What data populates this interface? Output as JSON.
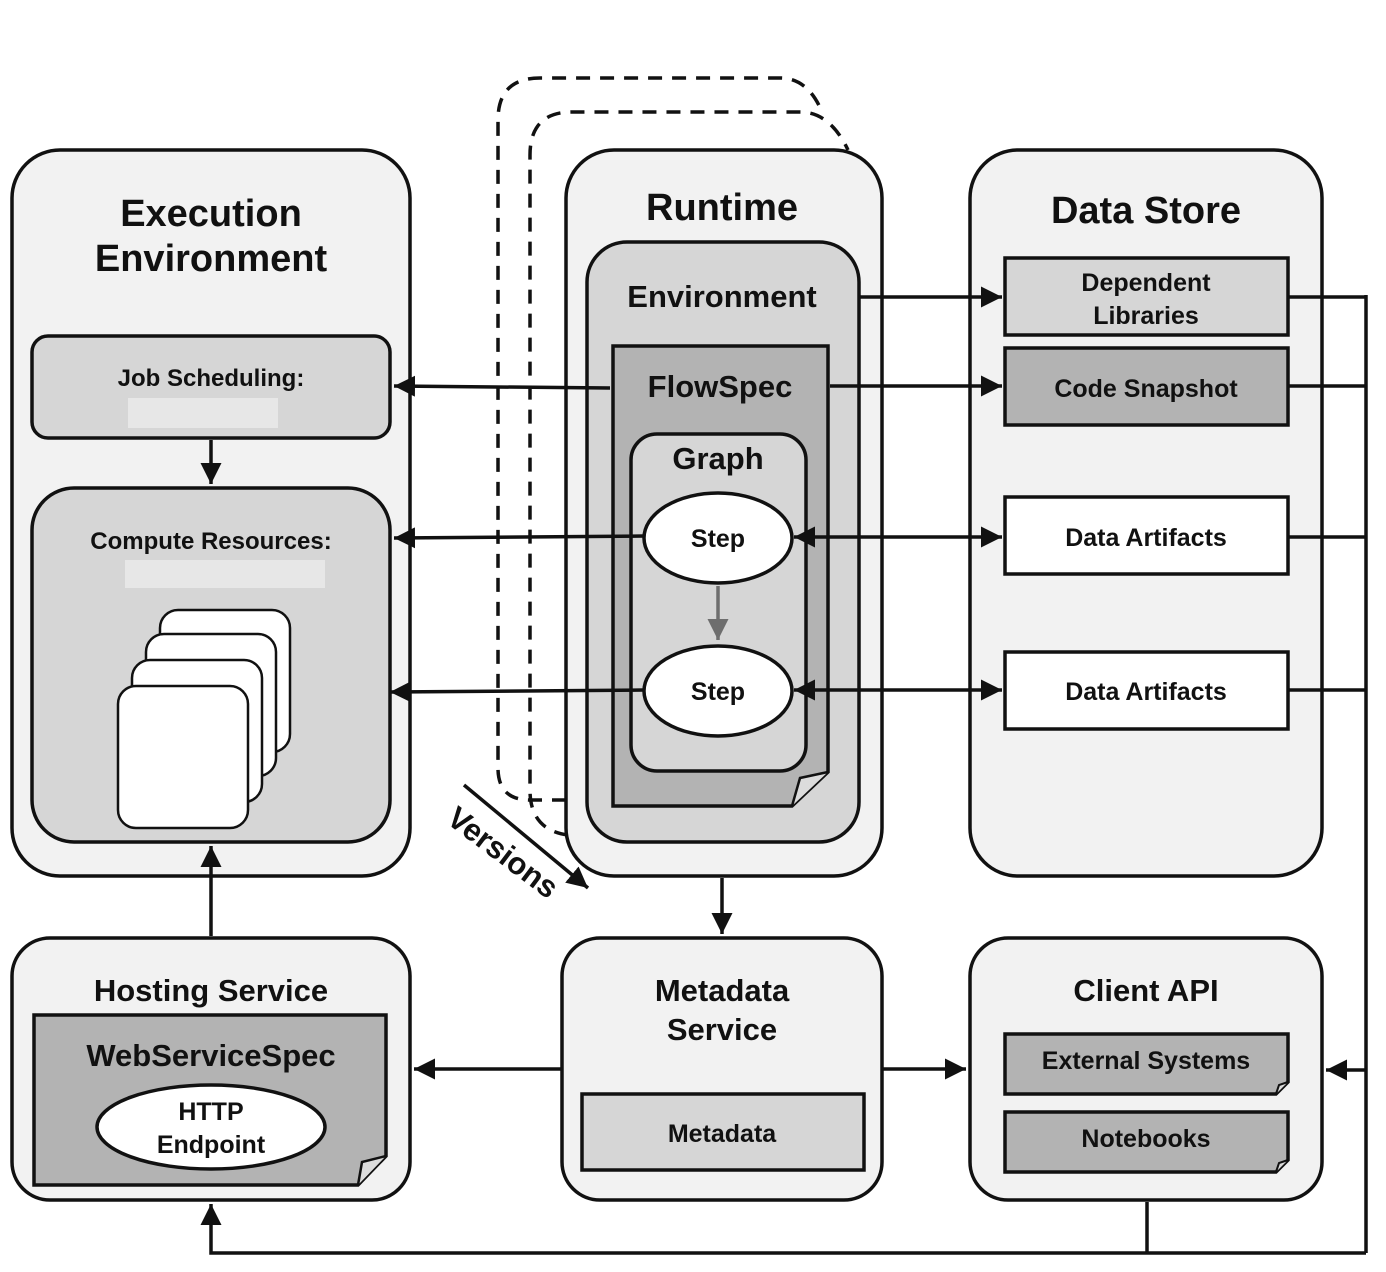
{
  "colors": {
    "panel": "#f2f2f2",
    "inner": "#d6d6d6",
    "dark": "#b3b3b3",
    "white": "#ffffff",
    "stroke": "#111111",
    "step_arrow": "#6e6e6e",
    "redacted": "#e7e7e7"
  },
  "execution": {
    "title_line1": "Execution",
    "title_line2": "Environment",
    "job_scheduling": "Job Scheduling:",
    "compute_resources": "Compute Resources:"
  },
  "runtime": {
    "title": "Runtime",
    "environment": "Environment",
    "flowspec": "FlowSpec",
    "graph": "Graph",
    "step1": "Step",
    "step2": "Step",
    "versions": "Versions"
  },
  "datastore": {
    "title": "Data Store",
    "dependent_line1": "Dependent",
    "dependent_line2": "Libraries",
    "code_snapshot": "Code Snapshot",
    "artifacts1": "Data Artifacts",
    "artifacts2": "Data Artifacts"
  },
  "hosting": {
    "title": "Hosting Service",
    "spec": "WebServiceSpec",
    "endpoint_line1": "HTTP",
    "endpoint_line2": "Endpoint"
  },
  "metadata": {
    "title_line1": "Metadata",
    "title_line2": "Service",
    "store": "Metadata"
  },
  "client": {
    "title": "Client API",
    "external": "External Systems",
    "notebooks": "Notebooks"
  }
}
